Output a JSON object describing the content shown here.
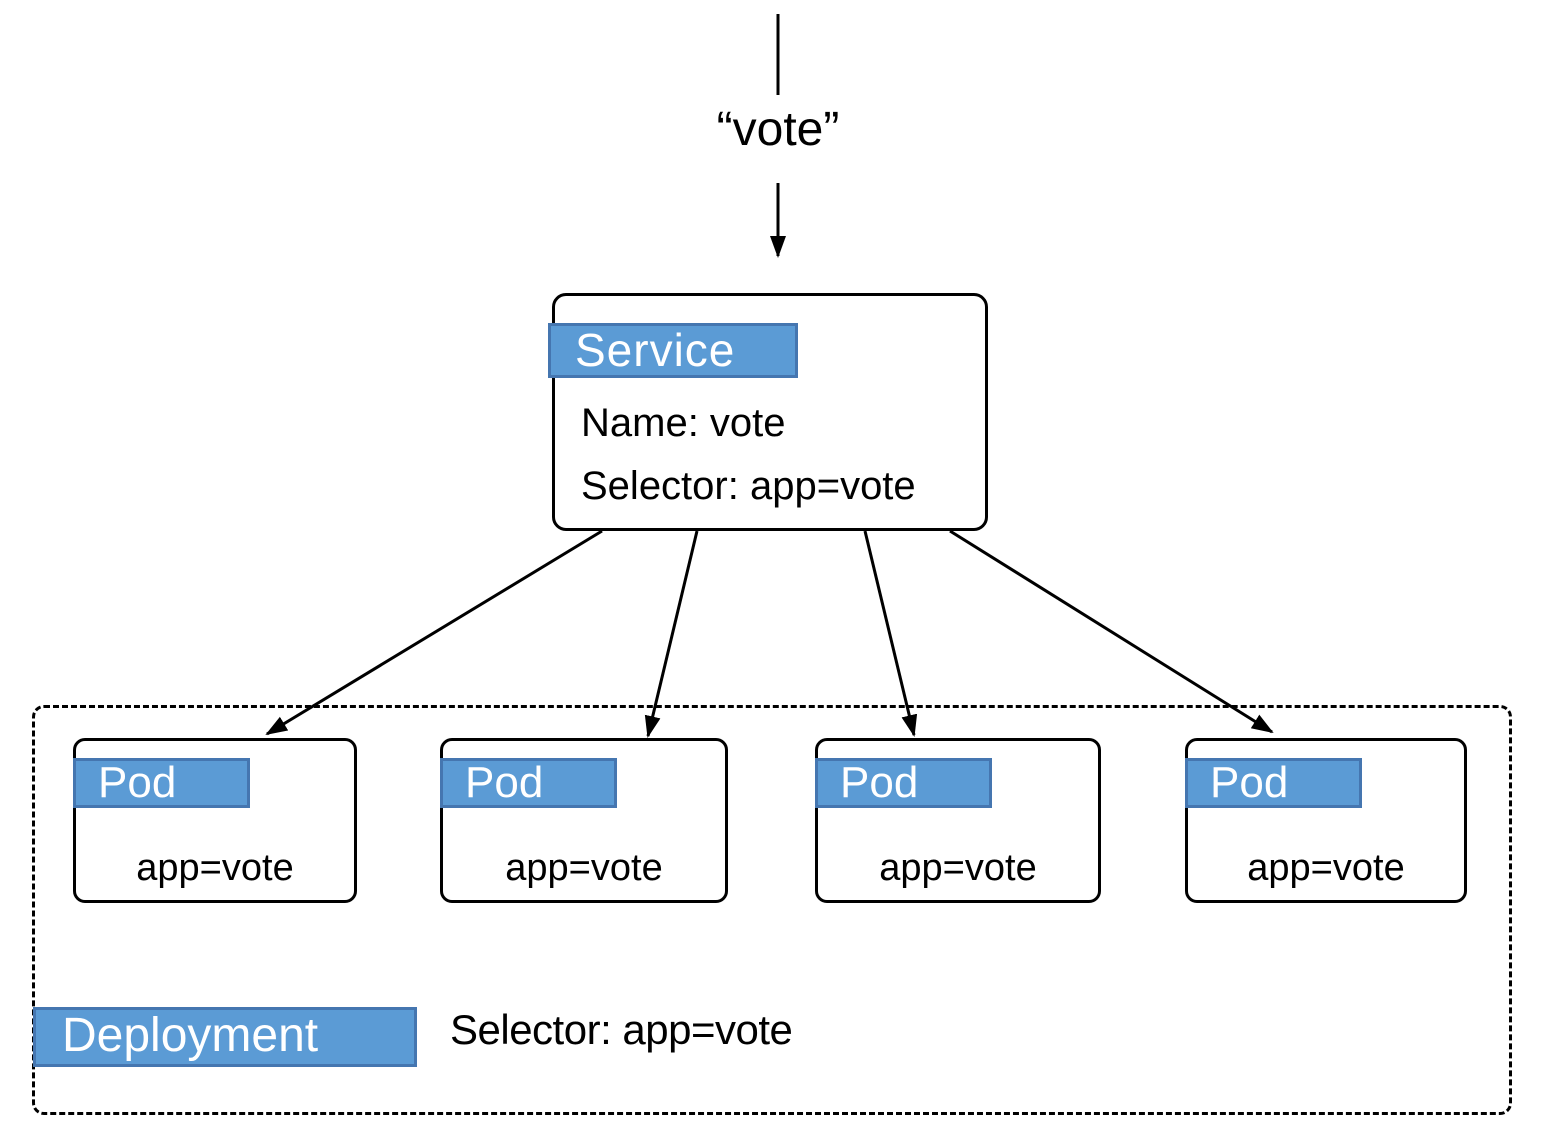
{
  "incoming": {
    "label": "“vote”"
  },
  "service": {
    "tag": "Service",
    "name_line": "Name: vote",
    "selector_line": "Selector: app=vote"
  },
  "pods": [
    {
      "tag": "Pod",
      "selector": "app=vote"
    },
    {
      "tag": "Pod",
      "selector": "app=vote"
    },
    {
      "tag": "Pod",
      "selector": "app=vote"
    },
    {
      "tag": "Pod",
      "selector": "app=vote"
    }
  ],
  "deployment": {
    "tag": "Deployment",
    "selector_line": "Selector: app=vote"
  },
  "colors": {
    "background": "#ffffff",
    "tag_fill": "#5b9bd5",
    "tag_border": "#4576b0",
    "tag_text": "#ffffff",
    "line": "#000000",
    "text": "#000000"
  }
}
